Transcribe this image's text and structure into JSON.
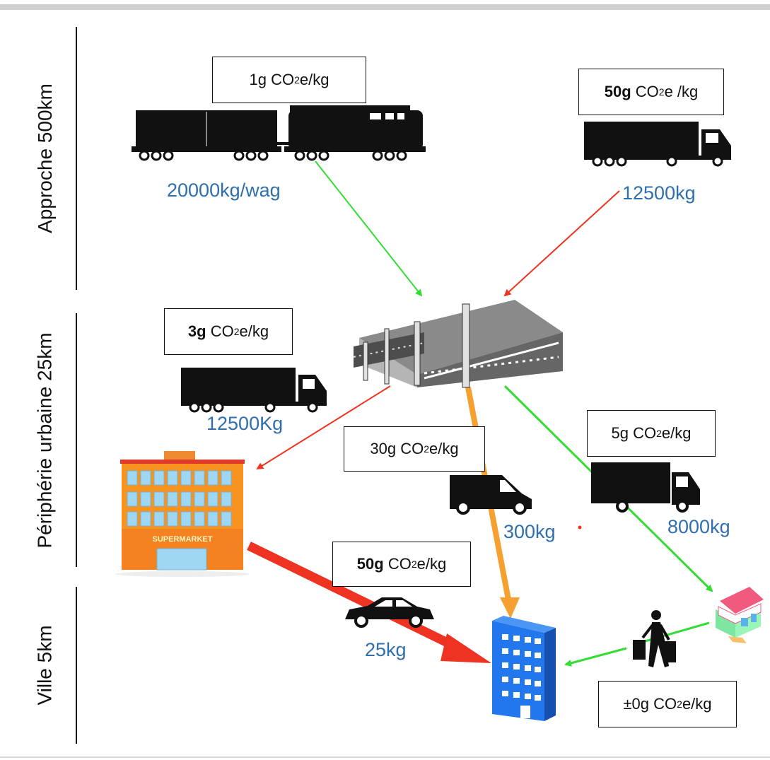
{
  "zones": {
    "approach": "Approche 500km",
    "periphery": "Périphérie urbaine 25km",
    "city": "Ville 5km"
  },
  "labels": {
    "train": {
      "prefix": "",
      "value": "1g",
      "co": "CO",
      "sub": "2",
      "unit": "e/kg"
    },
    "truck_long": {
      "prefix": "50g",
      "value": "",
      "co": "CO",
      "sub": "2",
      "unit": "e /kg"
    },
    "truck_peri": {
      "prefix": "3g",
      "value": "",
      "co": "CO",
      "sub": "2",
      "unit": "e/kg"
    },
    "van": {
      "prefix": "",
      "value": "30g",
      "co": "CO",
      "sub": "2",
      "unit": "e/kg"
    },
    "truck_small": {
      "prefix": "",
      "value": "5g",
      "co": "CO",
      "sub": "2",
      "unit": "e/kg"
    },
    "car": {
      "prefix": "50g",
      "value": "",
      "co": "CO",
      "sub": "2",
      "unit": "e/kg"
    },
    "walk": {
      "prefix": "",
      "value": "±0g",
      "co": "CO",
      "sub": "2",
      "unit": "e/kg"
    }
  },
  "quantities": {
    "train": "20000kg/wag",
    "truck_long": "12500kg",
    "truck_peri": "12500Kg",
    "van": "300kg",
    "truck_small": "8000kg",
    "car": "25kg"
  },
  "supermarket_sign": "SUPERMARKET",
  "colors": {
    "green": "#33dd33",
    "red": "#ee3322",
    "orange": "#f5a030",
    "qty_blue": "#2f6fae",
    "building_blue": "#2277ee"
  }
}
